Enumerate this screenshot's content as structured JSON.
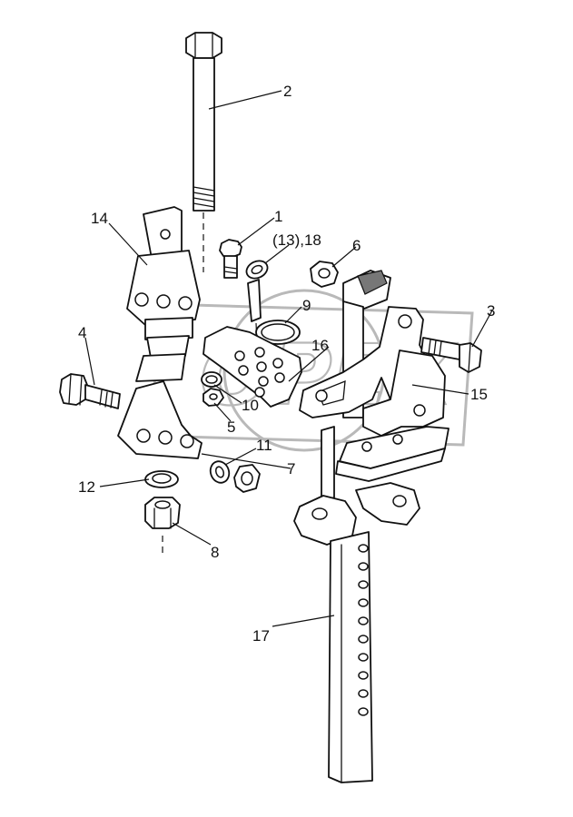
{
  "watermark": {
    "text": "OPEX"
  },
  "callouts": [
    {
      "id": "c1",
      "label": "1"
    },
    {
      "id": "c2",
      "label": "2"
    },
    {
      "id": "c3",
      "label": "3"
    },
    {
      "id": "c4",
      "label": "4"
    },
    {
      "id": "c5",
      "label": "5"
    },
    {
      "id": "c6",
      "label": "6"
    },
    {
      "id": "c7",
      "label": "7"
    },
    {
      "id": "c8",
      "label": "8"
    },
    {
      "id": "c9",
      "label": "9"
    },
    {
      "id": "c10",
      "label": "10"
    },
    {
      "id": "c11",
      "label": "11"
    },
    {
      "id": "c12",
      "label": "12"
    },
    {
      "id": "c13",
      "label": "(13),18"
    },
    {
      "id": "c14",
      "label": "14"
    },
    {
      "id": "c15",
      "label": "15"
    },
    {
      "id": "c16",
      "label": "16"
    },
    {
      "id": "c17",
      "label": "17"
    }
  ]
}
